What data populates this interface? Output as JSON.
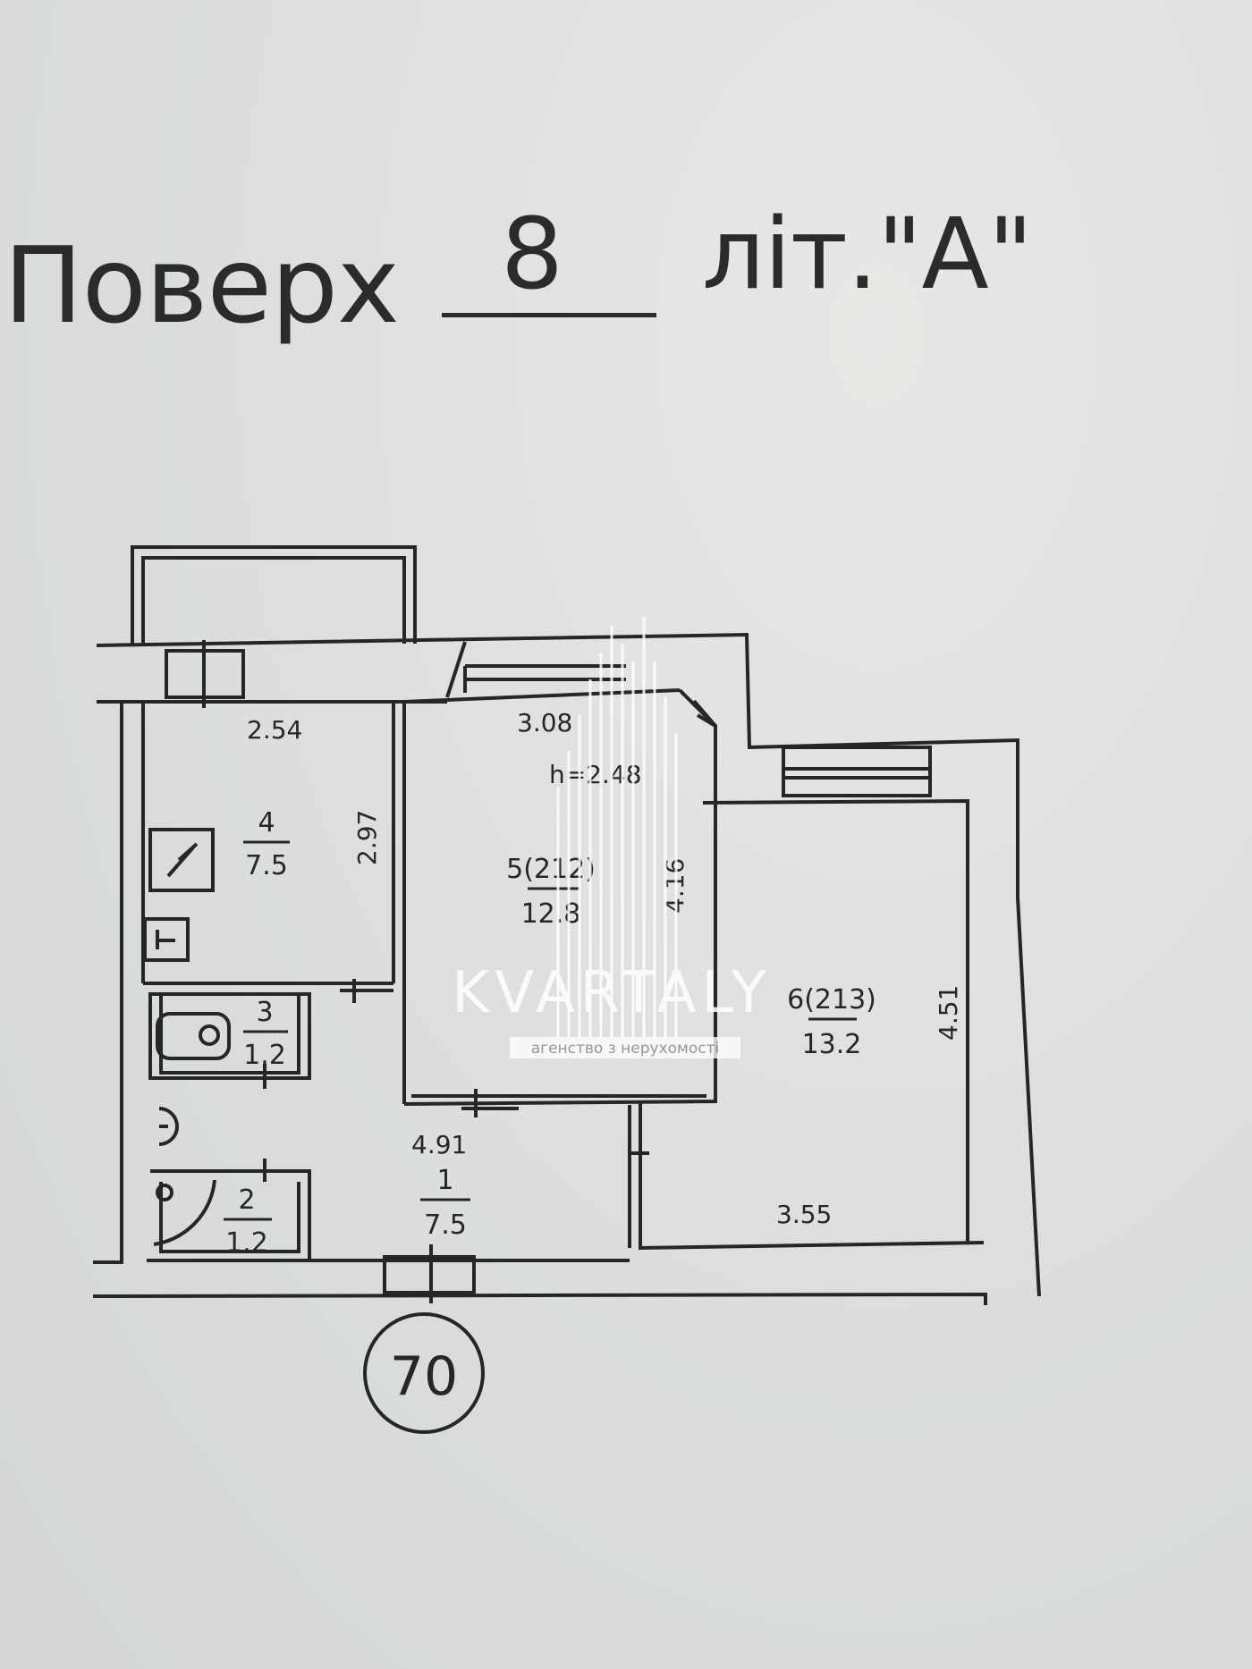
{
  "header": {
    "floor_label": "Поверх",
    "floor_number": "8",
    "building_letter": "літ.\"А\""
  },
  "rooms": [
    {
      "id": "4",
      "area": "7.5"
    },
    {
      "id": "5(212)",
      "area": "12.8"
    },
    {
      "id": "6(213)",
      "area": "13.2"
    },
    {
      "id": "3",
      "area": "1.2"
    },
    {
      "id": "2",
      "area": "1.2"
    },
    {
      "id": "1",
      "area": "7.5"
    }
  ],
  "dimensions": {
    "d_2_54": "2.54",
    "d_2_97": "2.97",
    "d_3_08": "3.08",
    "ceiling_height": "h=2.48",
    "d_4_16": "4.16",
    "d_4_51": "4.51",
    "d_4_91": "4.91",
    "d_3_55": "3.55"
  },
  "apartment_number": "70",
  "watermark": {
    "brand": "KVARTALY",
    "tagline": "агенство з нерухомості"
  },
  "colors": {
    "paper": "#dfe2df",
    "ink": "#262626"
  }
}
